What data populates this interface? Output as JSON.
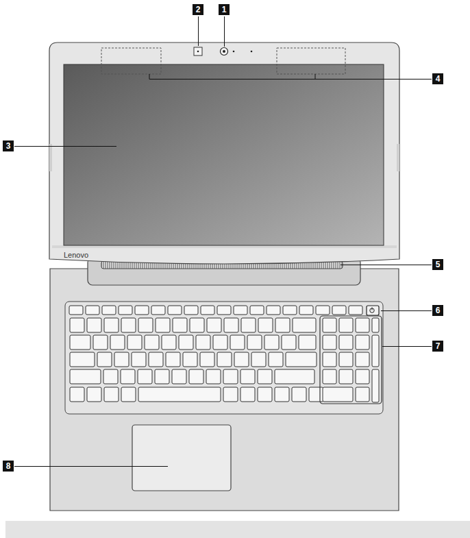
{
  "diagram": {
    "labels": [
      "2",
      "1",
      "4",
      "3",
      "Lenovo",
      "5",
      "6",
      "7",
      "8"
    ]
  }
}
